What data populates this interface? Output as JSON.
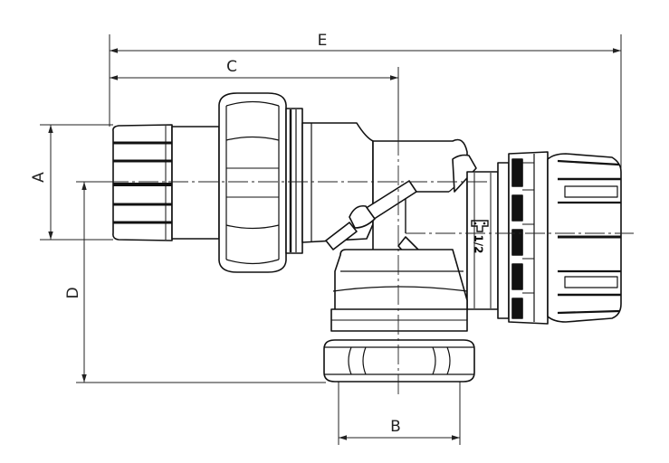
{
  "dimensions": {
    "a": "A",
    "b": "B",
    "c": "C",
    "d": "D",
    "e": "E"
  },
  "marking": {
    "size": "1/2",
    "logo": "brand-logo-icon"
  },
  "colors": {
    "line": "#111111",
    "dimension": "#222222",
    "background": "#ffffff"
  }
}
